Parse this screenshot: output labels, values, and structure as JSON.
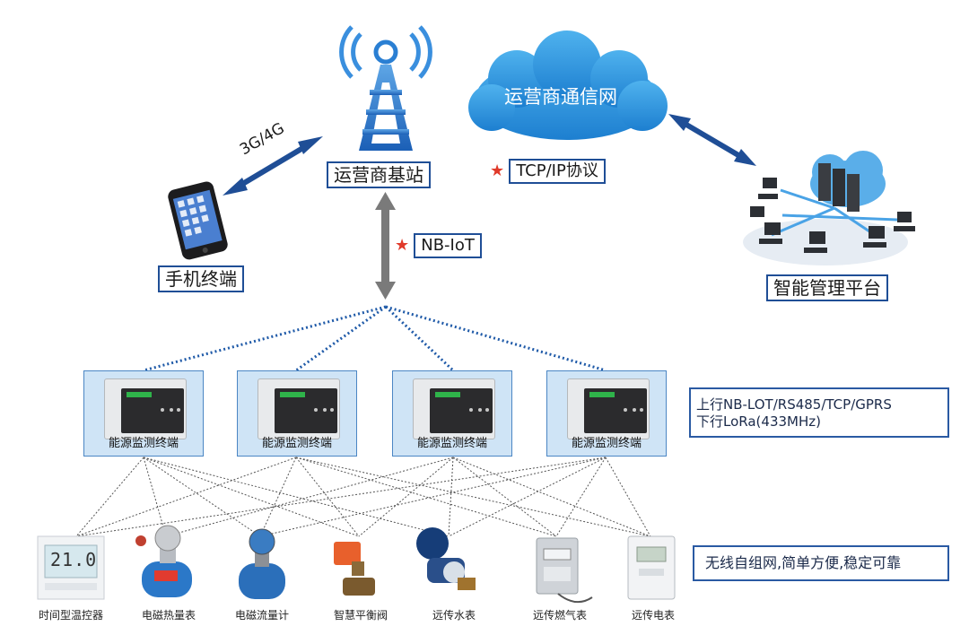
{
  "nodes": {
    "base_station": "运营商基站",
    "network": "运营商通信网",
    "phone": "手机终端",
    "platform": "智能管理平台",
    "link_3g4g": "3G/4G",
    "tcp_ip": "TCP/IP协议",
    "nb_iot": "NB-IoT"
  },
  "terminals": [
    {
      "label": "能源监测终端"
    },
    {
      "label": "能源监测终端"
    },
    {
      "label": "能源监测终端"
    },
    {
      "label": "能源监测终端"
    }
  ],
  "uplink_info": {
    "line1": "上行NB-LOT/RS485/TCP/GPRS",
    "line2": "下行LoRa(433MHz)"
  },
  "mesh_info": "无线自组网,简单方便,稳定可靠",
  "meters": [
    {
      "label": "时间型温控器",
      "icon": "thermostat-icon"
    },
    {
      "label": "电磁热量表",
      "icon": "heat-meter-icon"
    },
    {
      "label": "电磁流量计",
      "icon": "flow-meter-icon"
    },
    {
      "label": "智慧平衡阀",
      "icon": "balance-valve-icon"
    },
    {
      "label": "远传水表",
      "icon": "water-meter-icon"
    },
    {
      "label": "远传燃气表",
      "icon": "gas-meter-icon"
    },
    {
      "label": "远传电表",
      "icon": "electric-meter-icon"
    }
  ],
  "thermostat_display": "21.0"
}
